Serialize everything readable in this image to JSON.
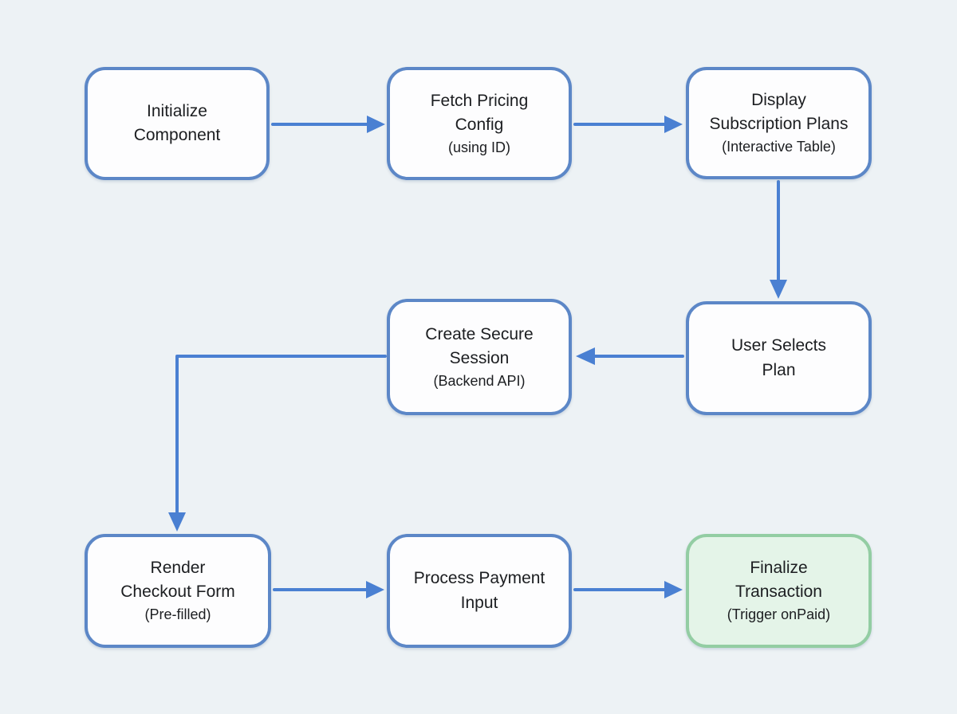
{
  "diagram": {
    "description": "Subscription checkout component flowchart",
    "background_color": "#edf2f5",
    "colors": {
      "node_border": "#5c87c7",
      "node_fill": "#fdfdfe",
      "arrow": "#4a80d2",
      "success_node_border": "#93cda3",
      "success_node_fill": "#e4f4e8",
      "text": "#1c1e21"
    },
    "nodes": [
      {
        "id": "initialize-component",
        "title": "Initialize\nComponent",
        "subtitle": "",
        "variant": "default"
      },
      {
        "id": "fetch-pricing-config",
        "title": "Fetch Pricing\nConfig",
        "subtitle": "(using ID)",
        "variant": "default"
      },
      {
        "id": "display-subscription-plans",
        "title": "Display\nSubscription Plans",
        "subtitle": "(Interactive Table)",
        "variant": "default"
      },
      {
        "id": "create-secure-session",
        "title": "Create Secure\nSession",
        "subtitle": "(Backend API)",
        "variant": "default"
      },
      {
        "id": "user-selects-plan",
        "title": "User Selects\nPlan",
        "subtitle": "",
        "variant": "default"
      },
      {
        "id": "render-checkout-form",
        "title": "Render\nCheckout Form",
        "subtitle": "(Pre-filled)",
        "variant": "default"
      },
      {
        "id": "process-payment-input",
        "title": "Process Payment\nInput",
        "subtitle": "",
        "variant": "default"
      },
      {
        "id": "finalize-transaction",
        "title": "Finalize\nTransaction",
        "subtitle": "(Trigger onPaid)",
        "variant": "success"
      }
    ],
    "edges": [
      {
        "from": "initialize-component",
        "to": "fetch-pricing-config"
      },
      {
        "from": "fetch-pricing-config",
        "to": "display-subscription-plans"
      },
      {
        "from": "display-subscription-plans",
        "to": "user-selects-plan"
      },
      {
        "from": "user-selects-plan",
        "to": "create-secure-session"
      },
      {
        "from": "create-secure-session",
        "to": "render-checkout-form"
      },
      {
        "from": "render-checkout-form",
        "to": "process-payment-input"
      },
      {
        "from": "process-payment-input",
        "to": "finalize-transaction"
      }
    ]
  }
}
